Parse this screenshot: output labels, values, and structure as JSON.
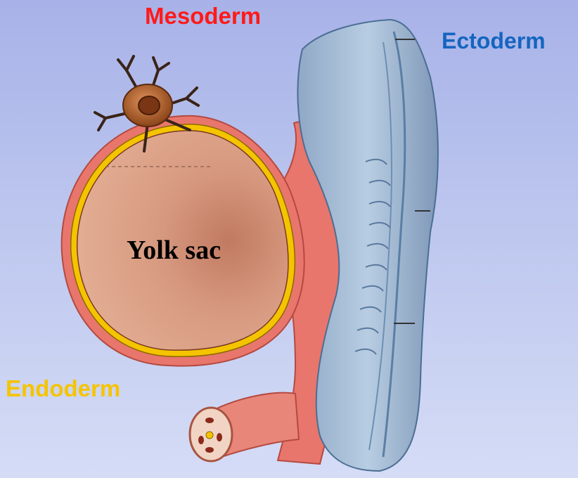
{
  "labels": {
    "mesoderm": "Mesoderm",
    "ectoderm": "Ectoderm",
    "endoderm": "Endoderm",
    "yolk_sac": "Yolk sac"
  },
  "colors": {
    "mesoderm": "#ff1a1a",
    "ectoderm": "#1565c0",
    "endoderm": "#f5c400",
    "yolk_fill": "#d99a7e",
    "mesoderm_layer": "#e8766c",
    "ectoderm_layer": "#9fb8d4"
  },
  "icons": {
    "cell": "mesenchymal-cell-icon"
  }
}
